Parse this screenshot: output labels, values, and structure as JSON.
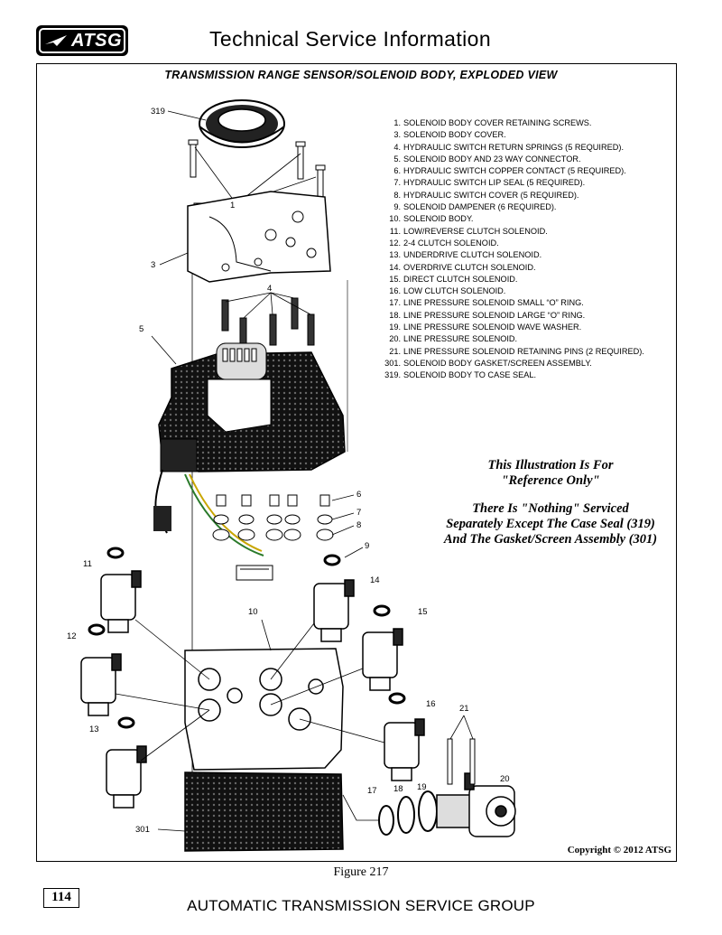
{
  "header": {
    "logo_text": "ATSG",
    "title": "Technical Service Information"
  },
  "figure": {
    "title": "TRANSMISSION RANGE SENSOR/SOLENOID BODY, EXPLODED VIEW",
    "callouts": {
      "c319": "319",
      "c1": "1",
      "c3": "3",
      "c4": "4",
      "c5": "5",
      "c6": "6",
      "c7": "7",
      "c8": "8",
      "c9": "9",
      "c10": "10",
      "c11": "11",
      "c12": "12",
      "c13": "13",
      "c14": "14",
      "c15": "15",
      "c16": "16",
      "c17": "17",
      "c18": "18",
      "c19": "19",
      "c20": "20",
      "c21": "21",
      "c301": "301"
    },
    "legend": [
      {
        "num": "1.",
        "text": "SOLENOID BODY COVER RETAINING SCREWS."
      },
      {
        "num": "3.",
        "text": "SOLENOID BODY COVER."
      },
      {
        "num": "4.",
        "text": "HYDRAULIC SWITCH RETURN SPRINGS (5 REQUIRED)."
      },
      {
        "num": "5.",
        "text": "SOLENOID BODY AND 23 WAY CONNECTOR."
      },
      {
        "num": "6.",
        "text": "HYDRAULIC SWITCH COPPER CONTACT (5 REQUIRED)."
      },
      {
        "num": "7.",
        "text": "HYDRAULIC SWITCH LIP SEAL (5 REQUIRED)."
      },
      {
        "num": "8.",
        "text": "HYDRAULIC SWITCH COVER (5 REQUIRED)."
      },
      {
        "num": "9.",
        "text": "SOLENOID DAMPENER (6 REQUIRED)."
      },
      {
        "num": "10.",
        "text": "SOLENOID BODY."
      },
      {
        "num": "11.",
        "text": "LOW/REVERSE CLUTCH SOLENOID."
      },
      {
        "num": "12.",
        "text": "2-4 CLUTCH SOLENOID."
      },
      {
        "num": "13.",
        "text": "UNDERDRIVE CLUTCH SOLENOID."
      },
      {
        "num": "14.",
        "text": "OVERDRIVE CLUTCH SOLENOID."
      },
      {
        "num": "15.",
        "text": "DIRECT CLUTCH SOLENOID."
      },
      {
        "num": "16.",
        "text": "LOW CLUTCH SOLENOID."
      },
      {
        "num": "17.",
        "text": "LINE PRESSURE SOLENOID SMALL “O” RING."
      },
      {
        "num": "18.",
        "text": "LINE PRESSURE SOLENOID LARGE  “O” RING."
      },
      {
        "num": "19.",
        "text": "LINE PRESSURE SOLENOID WAVE WASHER."
      },
      {
        "num": "20.",
        "text": "LINE PRESSURE SOLENOID."
      },
      {
        "num": "21.",
        "text": "LINE PRESSURE SOLENOID RETAINING PINS (2 REQUIRED)."
      },
      {
        "num": "301.",
        "text": "SOLENOID BODY GASKET/SCREEN ASSEMBLY."
      },
      {
        "num": "319.",
        "text": "SOLENOID BODY TO CASE SEAL."
      }
    ],
    "note": {
      "line1": "This Illustration Is For",
      "line2": "\"Reference Only\"",
      "line3": "There Is \"Nothing\" Serviced",
      "line4": "Separately Except The Case Seal (319)",
      "line5": "And The Gasket/Screen Assembly (301)"
    },
    "copyright": "Copyright © 2012 ATSG",
    "caption": "Figure 217"
  },
  "footer": {
    "page_number": "114",
    "organization": "AUTOMATIC TRANSMISSION SERVICE GROUP"
  }
}
